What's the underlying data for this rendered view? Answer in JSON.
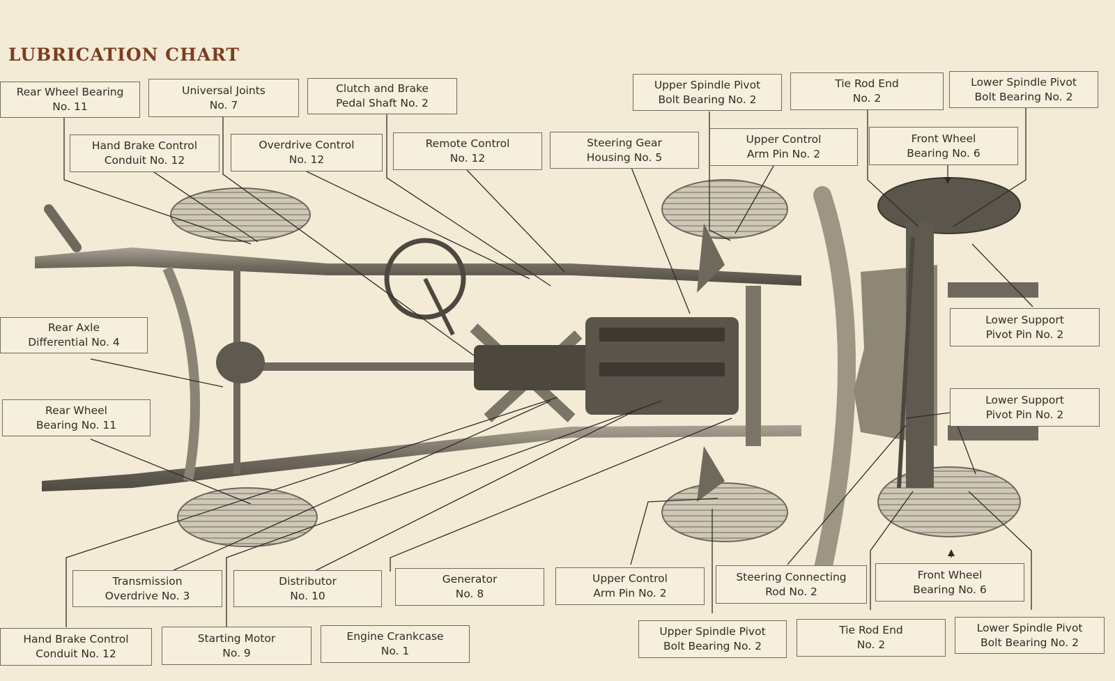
{
  "title": "LUBRICATION CHART",
  "labels": {
    "rear_wheel_bearing_top": {
      "line1": "Rear Wheel Bearing",
      "line2": "No. 11"
    },
    "universal_joints": {
      "line1": "Universal Joints",
      "line2": "No. 7"
    },
    "clutch_brake_pedal": {
      "line1": "Clutch and Brake",
      "line2": "Pedal Shaft No. 2"
    },
    "hand_brake_top": {
      "line1": "Hand Brake Control",
      "line2": "Conduit No. 12"
    },
    "overdrive_control": {
      "line1": "Overdrive Control",
      "line2": "No. 12"
    },
    "remote_control": {
      "line1": "Remote Control",
      "line2": "No. 12"
    },
    "steering_gear": {
      "line1": "Steering Gear",
      "line2": "Housing No. 5"
    },
    "upper_spindle_top": {
      "line1": "Upper Spindle Pivot",
      "line2": "Bolt Bearing No. 2"
    },
    "tie_rod_top": {
      "line1": "Tie Rod End",
      "line2": "No. 2"
    },
    "lower_spindle_top": {
      "line1": "Lower Spindle Pivot",
      "line2": "Bolt Bearing No. 2"
    },
    "upper_control_top": {
      "line1": "Upper Control",
      "line2": "Arm Pin No. 2"
    },
    "front_wheel_top": {
      "line1": "Front Wheel",
      "line2": "Bearing No. 6"
    },
    "rear_axle_diff": {
      "line1": "Rear Axle",
      "line2": "Differential No. 4"
    },
    "lower_support_1": {
      "line1": "Lower Support",
      "line2": "Pivot Pin No. 2"
    },
    "rear_wheel_bearing_mid": {
      "line1": "Rear Wheel",
      "line2": "Bearing No. 11"
    },
    "lower_support_2": {
      "line1": "Lower Support",
      "line2": "Pivot Pin No. 2"
    },
    "transmission_overdrive": {
      "line1": "Transmission",
      "line2": "Overdrive No. 3"
    },
    "distributor": {
      "line1": "Distributor",
      "line2": "No. 10"
    },
    "generator": {
      "line1": "Generator",
      "line2": "No. 8"
    },
    "upper_control_bottom": {
      "line1": "Upper Control",
      "line2": "Arm Pin No. 2"
    },
    "steering_connecting": {
      "line1": "Steering Connecting",
      "line2": "Rod No. 2"
    },
    "front_wheel_bottom": {
      "line1": "Front Wheel",
      "line2": "Bearing No. 6"
    },
    "hand_brake_bottom": {
      "line1": "Hand Brake Control",
      "line2": "Conduit No. 12"
    },
    "starting_motor": {
      "line1": "Starting Motor",
      "line2": "No. 9"
    },
    "engine_crankcase": {
      "line1": "Engine Crankcase",
      "line2": "No. 1"
    },
    "upper_spindle_bottom": {
      "line1": "Upper Spindle Pivot",
      "line2": "Bolt Bearing No. 2"
    },
    "tie_rod_bottom": {
      "line1": "Tie Rod End",
      "line2": "No. 2"
    },
    "lower_spindle_bottom": {
      "line1": "Lower Spindle Pivot",
      "line2": "Bolt Bearing No. 2"
    }
  },
  "colors": {
    "paper": "#f3ebd6",
    "title": "#7a3e22",
    "ink": "#2f2b25",
    "frame_metal": "#8d8676",
    "tire": "#c9c2b0"
  }
}
